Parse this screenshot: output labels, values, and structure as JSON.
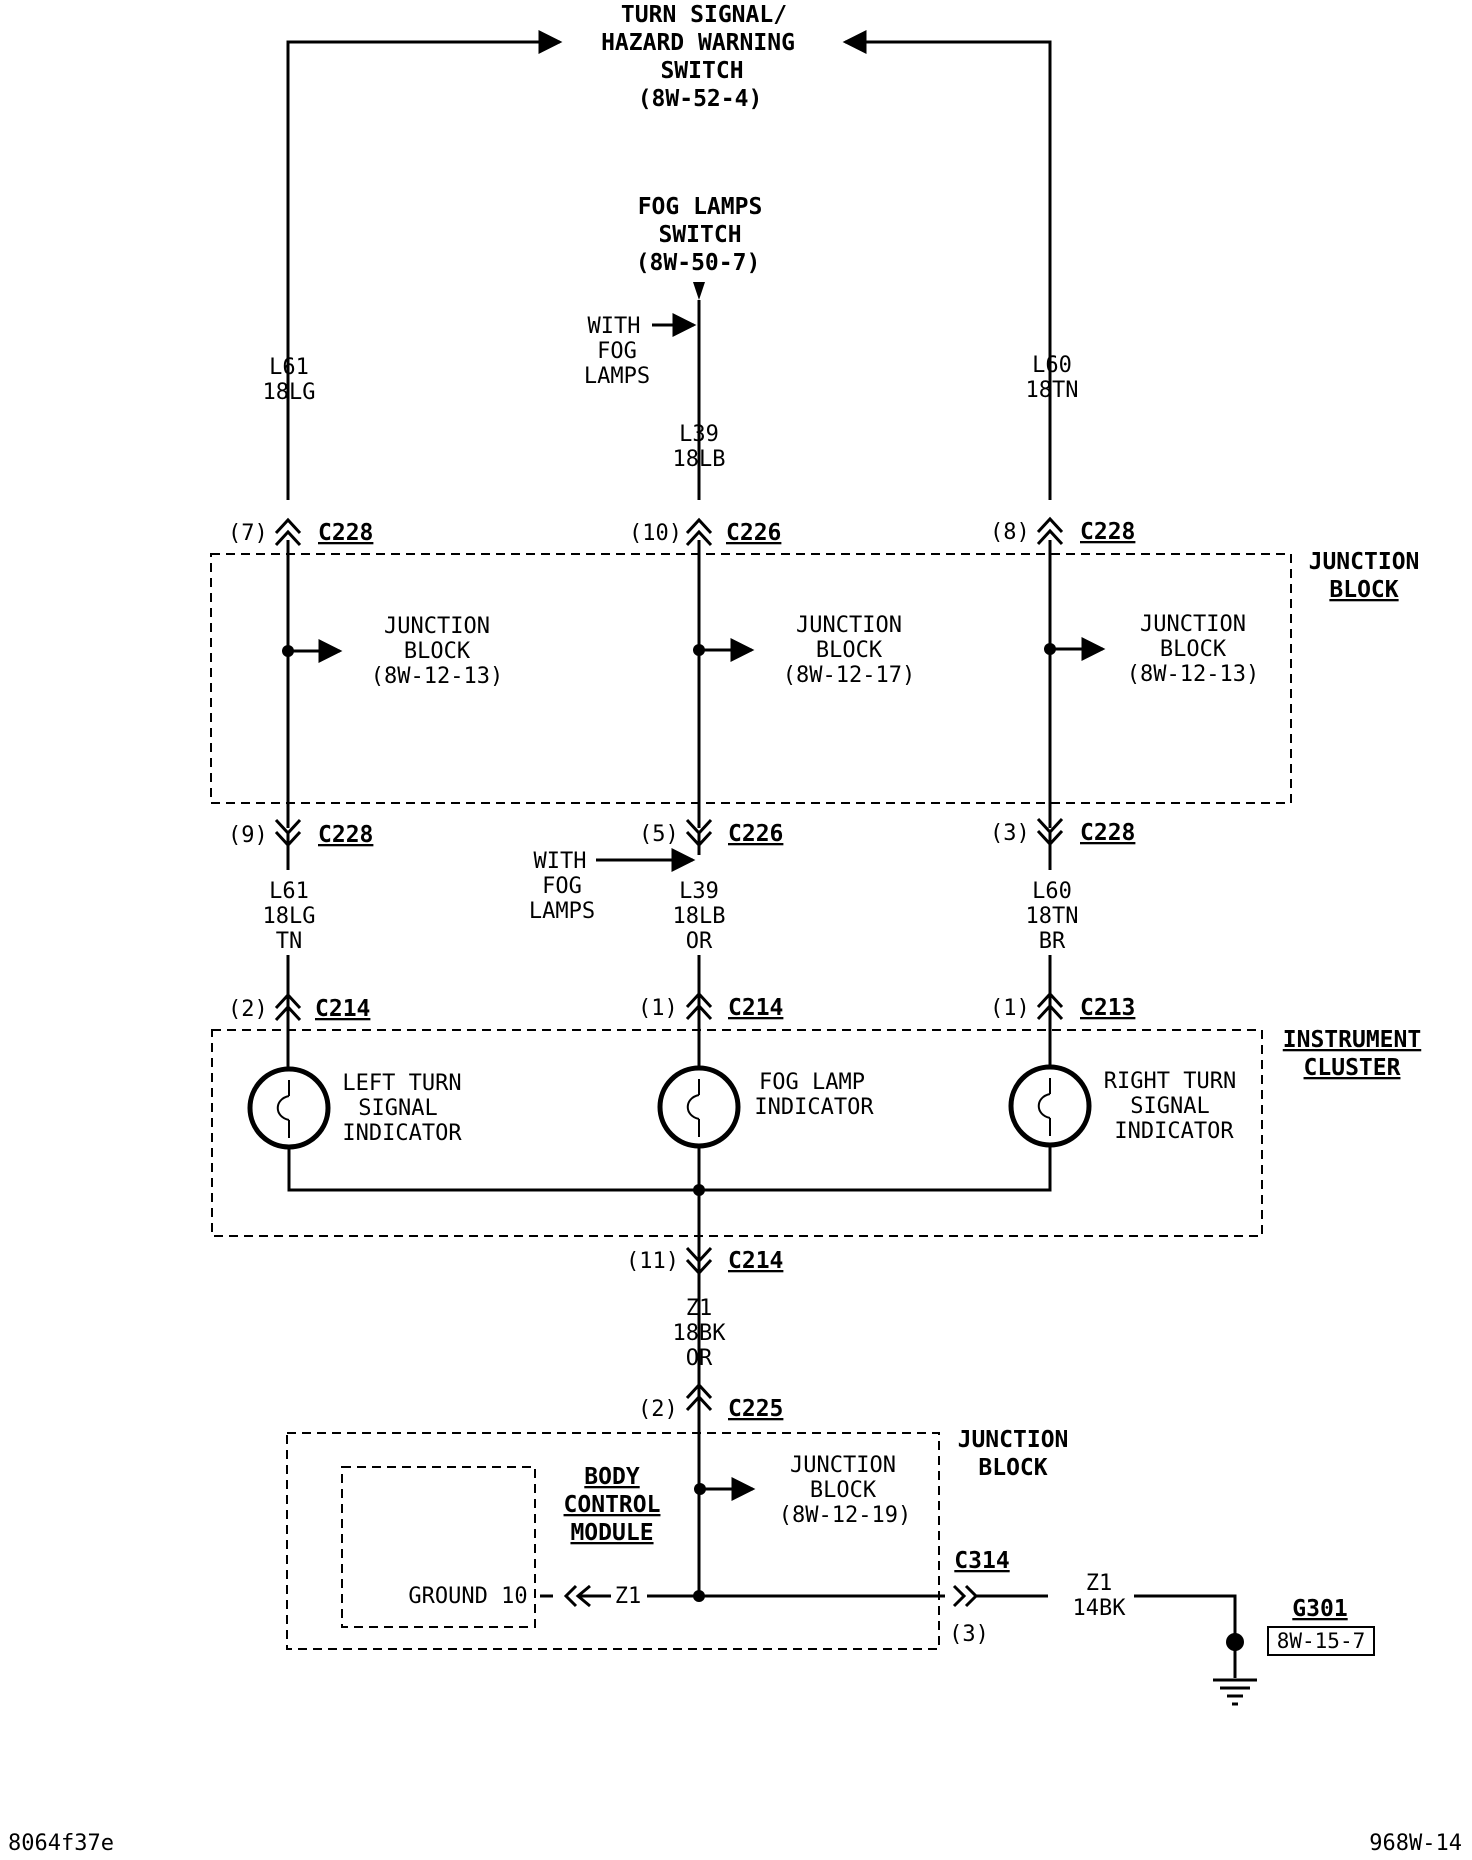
{
  "top": {
    "turn_switch": [
      "TURN SIGNAL/",
      "HAZARD WARNING",
      "SWITCH",
      "(8W-52-4)"
    ],
    "fog_switch": [
      "FOG LAMPS",
      "SWITCH",
      "(8W-50-7)"
    ],
    "with_fog_top": [
      "WITH",
      "FOG",
      "LAMPS"
    ]
  },
  "wires": {
    "left_upper": [
      "L61",
      "18LG"
    ],
    "mid_upper": [
      "L39",
      "18LB"
    ],
    "right_upper": [
      "L60",
      "18TN"
    ],
    "left_lower": [
      "L61",
      "18LG",
      "TN"
    ],
    "mid_lower": [
      "L39",
      "18LB",
      "OR"
    ],
    "right_lower": [
      "L60",
      "18TN",
      "BR"
    ],
    "ground_mid": [
      "Z1",
      "18BK",
      "OR"
    ],
    "bcm_wire": "Z1",
    "ground_wire": [
      "Z1",
      "14BK"
    ]
  },
  "connectors": {
    "c1_pin": "(7)",
    "c1_name": "C228",
    "c2_pin": "(10)",
    "c2_name": "C226",
    "c3_pin": "(8)",
    "c3_name": "C228",
    "c4_pin": "(9)",
    "c4_name": "C228",
    "c5_pin": "(5)",
    "c5_name": "C226",
    "c6_pin": "(3)",
    "c6_name": "C228",
    "c7_pin": "(2)",
    "c7_name": "C214",
    "c8_pin": "(1)",
    "c8_name": "C214",
    "c9_pin": "(1)",
    "c9_name": "C213",
    "c10_pin": "(11)",
    "c10_name": "C214",
    "c11_pin": "(2)",
    "c11_name": "C225",
    "c12_name": "C314",
    "c12_pin": "(3)"
  },
  "junction_block": {
    "title": [
      "JUNCTION",
      "BLOCK"
    ],
    "ref_left": [
      "JUNCTION",
      "BLOCK",
      "(8W-12-13)"
    ],
    "ref_mid": [
      "JUNCTION",
      "BLOCK",
      "(8W-12-17)"
    ],
    "ref_right": [
      "JUNCTION",
      "BLOCK",
      "(8W-12-13)"
    ]
  },
  "with_fog_mid": [
    "WITH",
    "FOG",
    "LAMPS"
  ],
  "instrument_cluster": {
    "title": [
      "INSTRUMENT",
      "CLUSTER"
    ],
    "left_indicator": [
      "LEFT TURN",
      "SIGNAL",
      "INDICATOR"
    ],
    "fog_indicator": [
      "FOG LAMP",
      "INDICATOR"
    ],
    "right_indicator": [
      "RIGHT TURN",
      "SIGNAL",
      "INDICATOR"
    ]
  },
  "lower_block": {
    "title": [
      "JUNCTION",
      "BLOCK"
    ],
    "bcm": [
      "BODY",
      "CONTROL",
      "MODULE"
    ],
    "bcm_pin": "GROUND 10",
    "ref": [
      "JUNCTION",
      "BLOCK",
      "(8W-12-19)"
    ]
  },
  "ground": {
    "name": "G301",
    "ref": "8W-15-7"
  },
  "footer": {
    "left_code": "8064f37e",
    "right_code": "968W-14"
  }
}
